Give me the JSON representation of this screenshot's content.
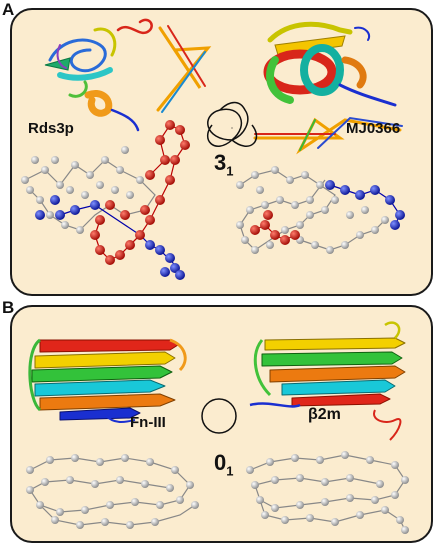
{
  "panels": [
    {
      "letter": "A",
      "knot_symbol": "3",
      "knot_subscript": "1",
      "proteins": [
        "Rds3p",
        "MJ0366"
      ]
    },
    {
      "letter": "B",
      "knot_symbol": "0",
      "knot_subscript": "1",
      "proteins": [
        "Fn-III",
        "β2m"
      ]
    }
  ],
  "colors": {
    "panel_bg": "#fbeccf",
    "bead": "#cfcfcf",
    "red_bead": "#d11a12",
    "blue_bead": "#1a2fd0"
  }
}
